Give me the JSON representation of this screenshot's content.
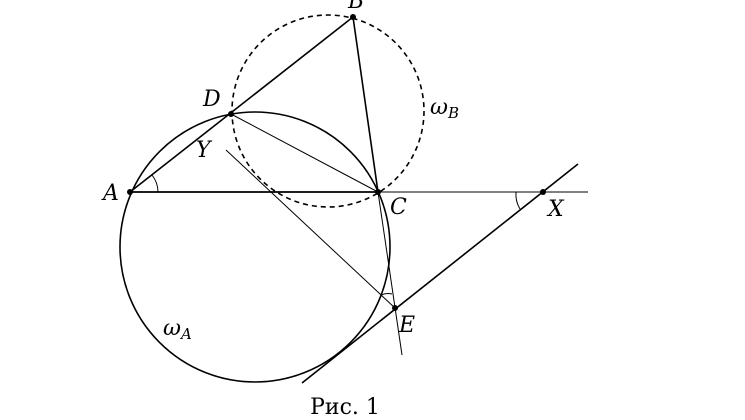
{
  "figure": {
    "caption": "Рис. 1"
  },
  "points": {
    "A": "A",
    "B": "B",
    "C": "C",
    "D": "D",
    "E": "E",
    "X": "X",
    "Y": "Y"
  },
  "circles": {
    "omega_A": {
      "symbol": "ω",
      "subscript": "A",
      "style": "solid"
    },
    "omega_B": {
      "symbol": "ω",
      "subscript": "B",
      "style": "dashed"
    }
  },
  "colors": {
    "stroke": "#000000",
    "background": "#ffffff"
  }
}
